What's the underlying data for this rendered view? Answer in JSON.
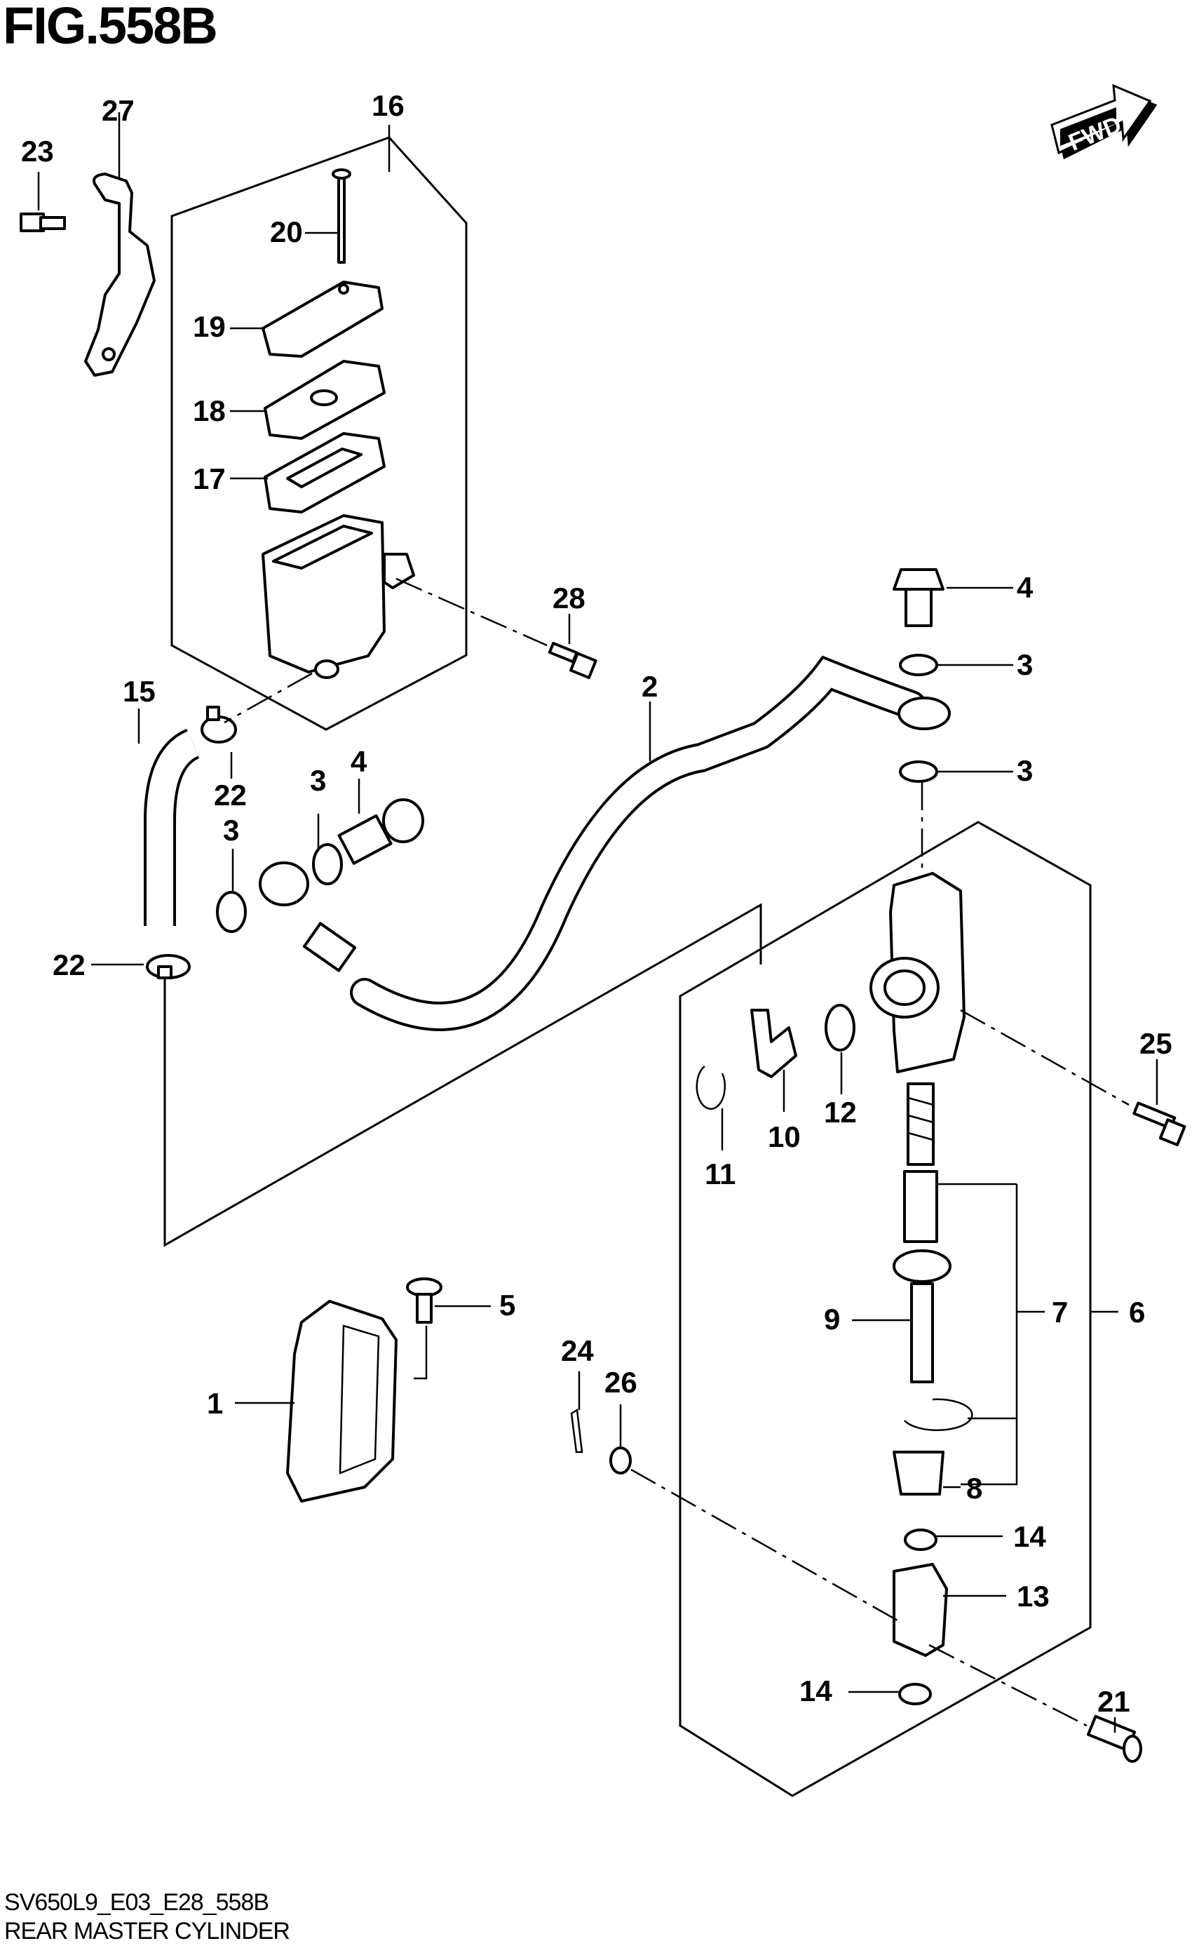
{
  "figure": {
    "title": "FIG.558B",
    "direction_label": "FWD"
  },
  "footer": {
    "code": "SV650L9_E03_E28_558B",
    "caption": "REAR MASTER CYLINDER"
  },
  "callouts": {
    "c1": "1",
    "c2": "2",
    "c3a": "3",
    "c3b": "3",
    "c3c": "3",
    "c3d": "3",
    "c4a": "4",
    "c4b": "4",
    "c5": "5",
    "c6": "6",
    "c7": "7",
    "c8": "8",
    "c9": "9",
    "c10": "10",
    "c11": "11",
    "c12": "12",
    "c13": "13",
    "c14a": "14",
    "c14b": "14",
    "c15": "15",
    "c16": "16",
    "c17": "17",
    "c18": "18",
    "c19": "19",
    "c20": "20",
    "c21": "21",
    "c22a": "22",
    "c22b": "22",
    "c23": "23",
    "c24": "24",
    "c25": "25",
    "c26": "26",
    "c27": "27",
    "c28": "28"
  },
  "icons": {
    "direction_arrow": "fwd-arrow-icon"
  }
}
